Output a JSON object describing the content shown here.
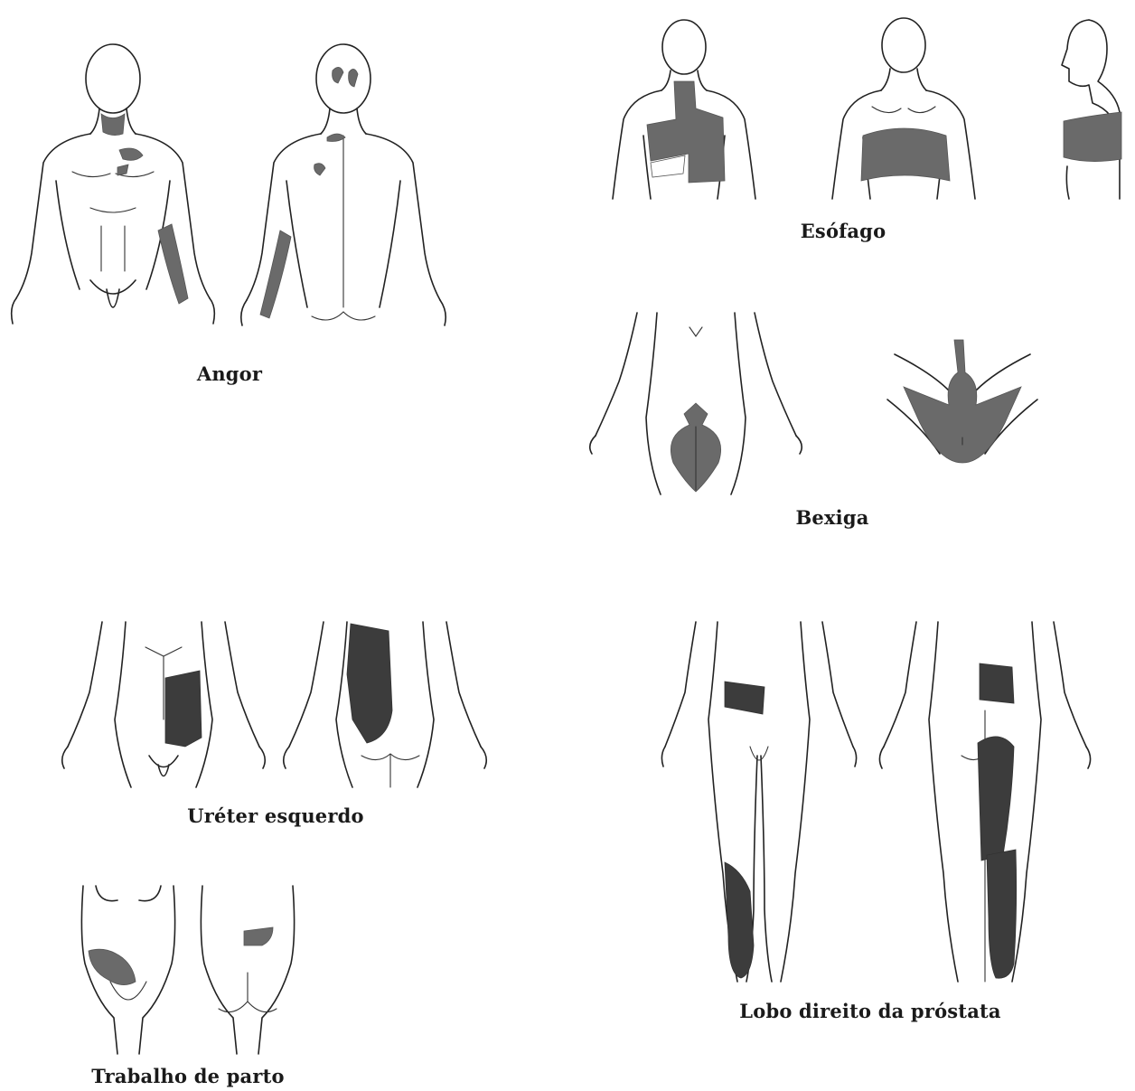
{
  "figure": {
    "panels": [
      {
        "id": "angor",
        "caption": "Angor"
      },
      {
        "id": "esofago",
        "caption": "Esófago"
      },
      {
        "id": "bexiga",
        "caption": "Bexiga"
      },
      {
        "id": "ureter",
        "caption": "Uréter esquerdo"
      },
      {
        "id": "prostata",
        "caption": "Lobo direito da próstata"
      },
      {
        "id": "parto",
        "caption": "Trabalho de parto"
      }
    ],
    "colors": {
      "outline": "#222222",
      "referred_pain": "#6a6a6a",
      "referred_pain_dark": "#3c3c3c",
      "background": "#ffffff"
    }
  }
}
